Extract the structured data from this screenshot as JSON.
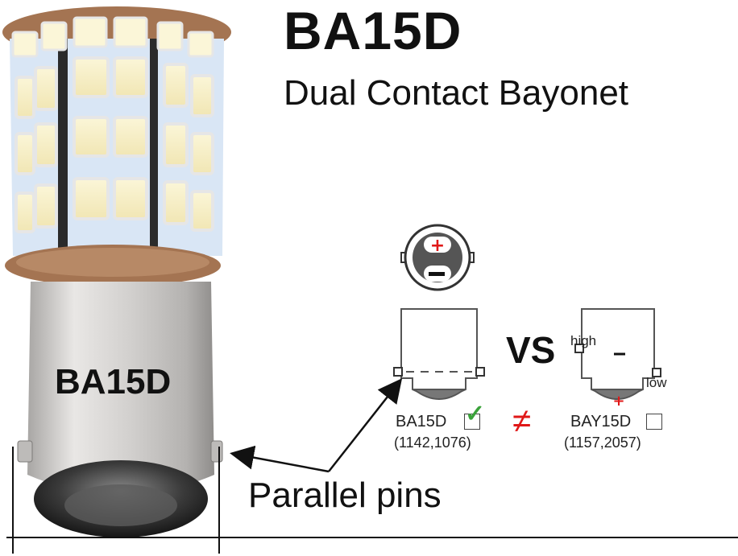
{
  "header": {
    "title": "BA15D",
    "subtitle": "Dual Contact Bayonet"
  },
  "bulb": {
    "base_label": "BA15D"
  },
  "comparison": {
    "vs_label": "VS",
    "left": {
      "name": "BA15D",
      "codes": "(1142,1076)",
      "checked": true
    },
    "right": {
      "name": "BAY15D",
      "codes": "(1157,2057)",
      "checked": false,
      "high_label": "high",
      "low_label": "low"
    },
    "not_equal_symbol": "≠"
  },
  "callout": {
    "label": "Parallel pins"
  },
  "colors": {
    "led_warm": "#f6efc6",
    "led_frame": "#e6e6e6",
    "board_blue": "#d9e6f5",
    "ring_brown": "#a47452",
    "metal": "#cfcdcb",
    "check_green": "#3aa23a",
    "red": "#e01818"
  }
}
